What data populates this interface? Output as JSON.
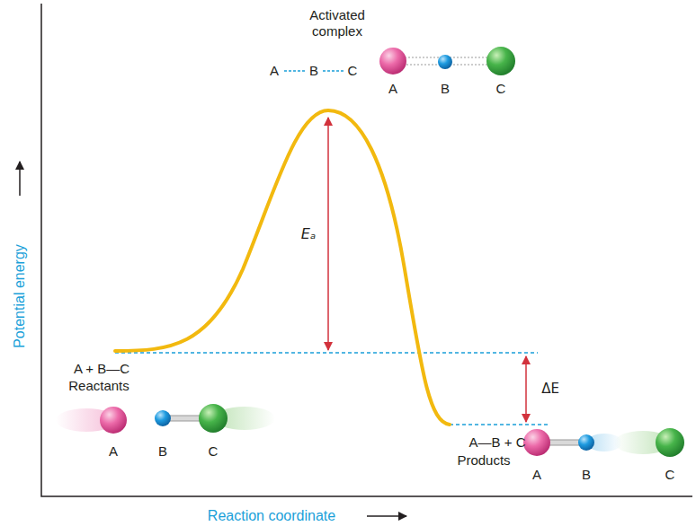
{
  "diagram": {
    "labels": [
      "Activated complex",
      "A",
      "B",
      "C",
      "A",
      "B",
      "C",
      "Eₐ",
      "A + B—C",
      "Reactants",
      "A",
      "B",
      "C",
      "ΔE",
      "A—B + C",
      "Products",
      "A",
      "B",
      "C",
      "Potential energy",
      "Reaction coordinate"
    ]
  }
}
